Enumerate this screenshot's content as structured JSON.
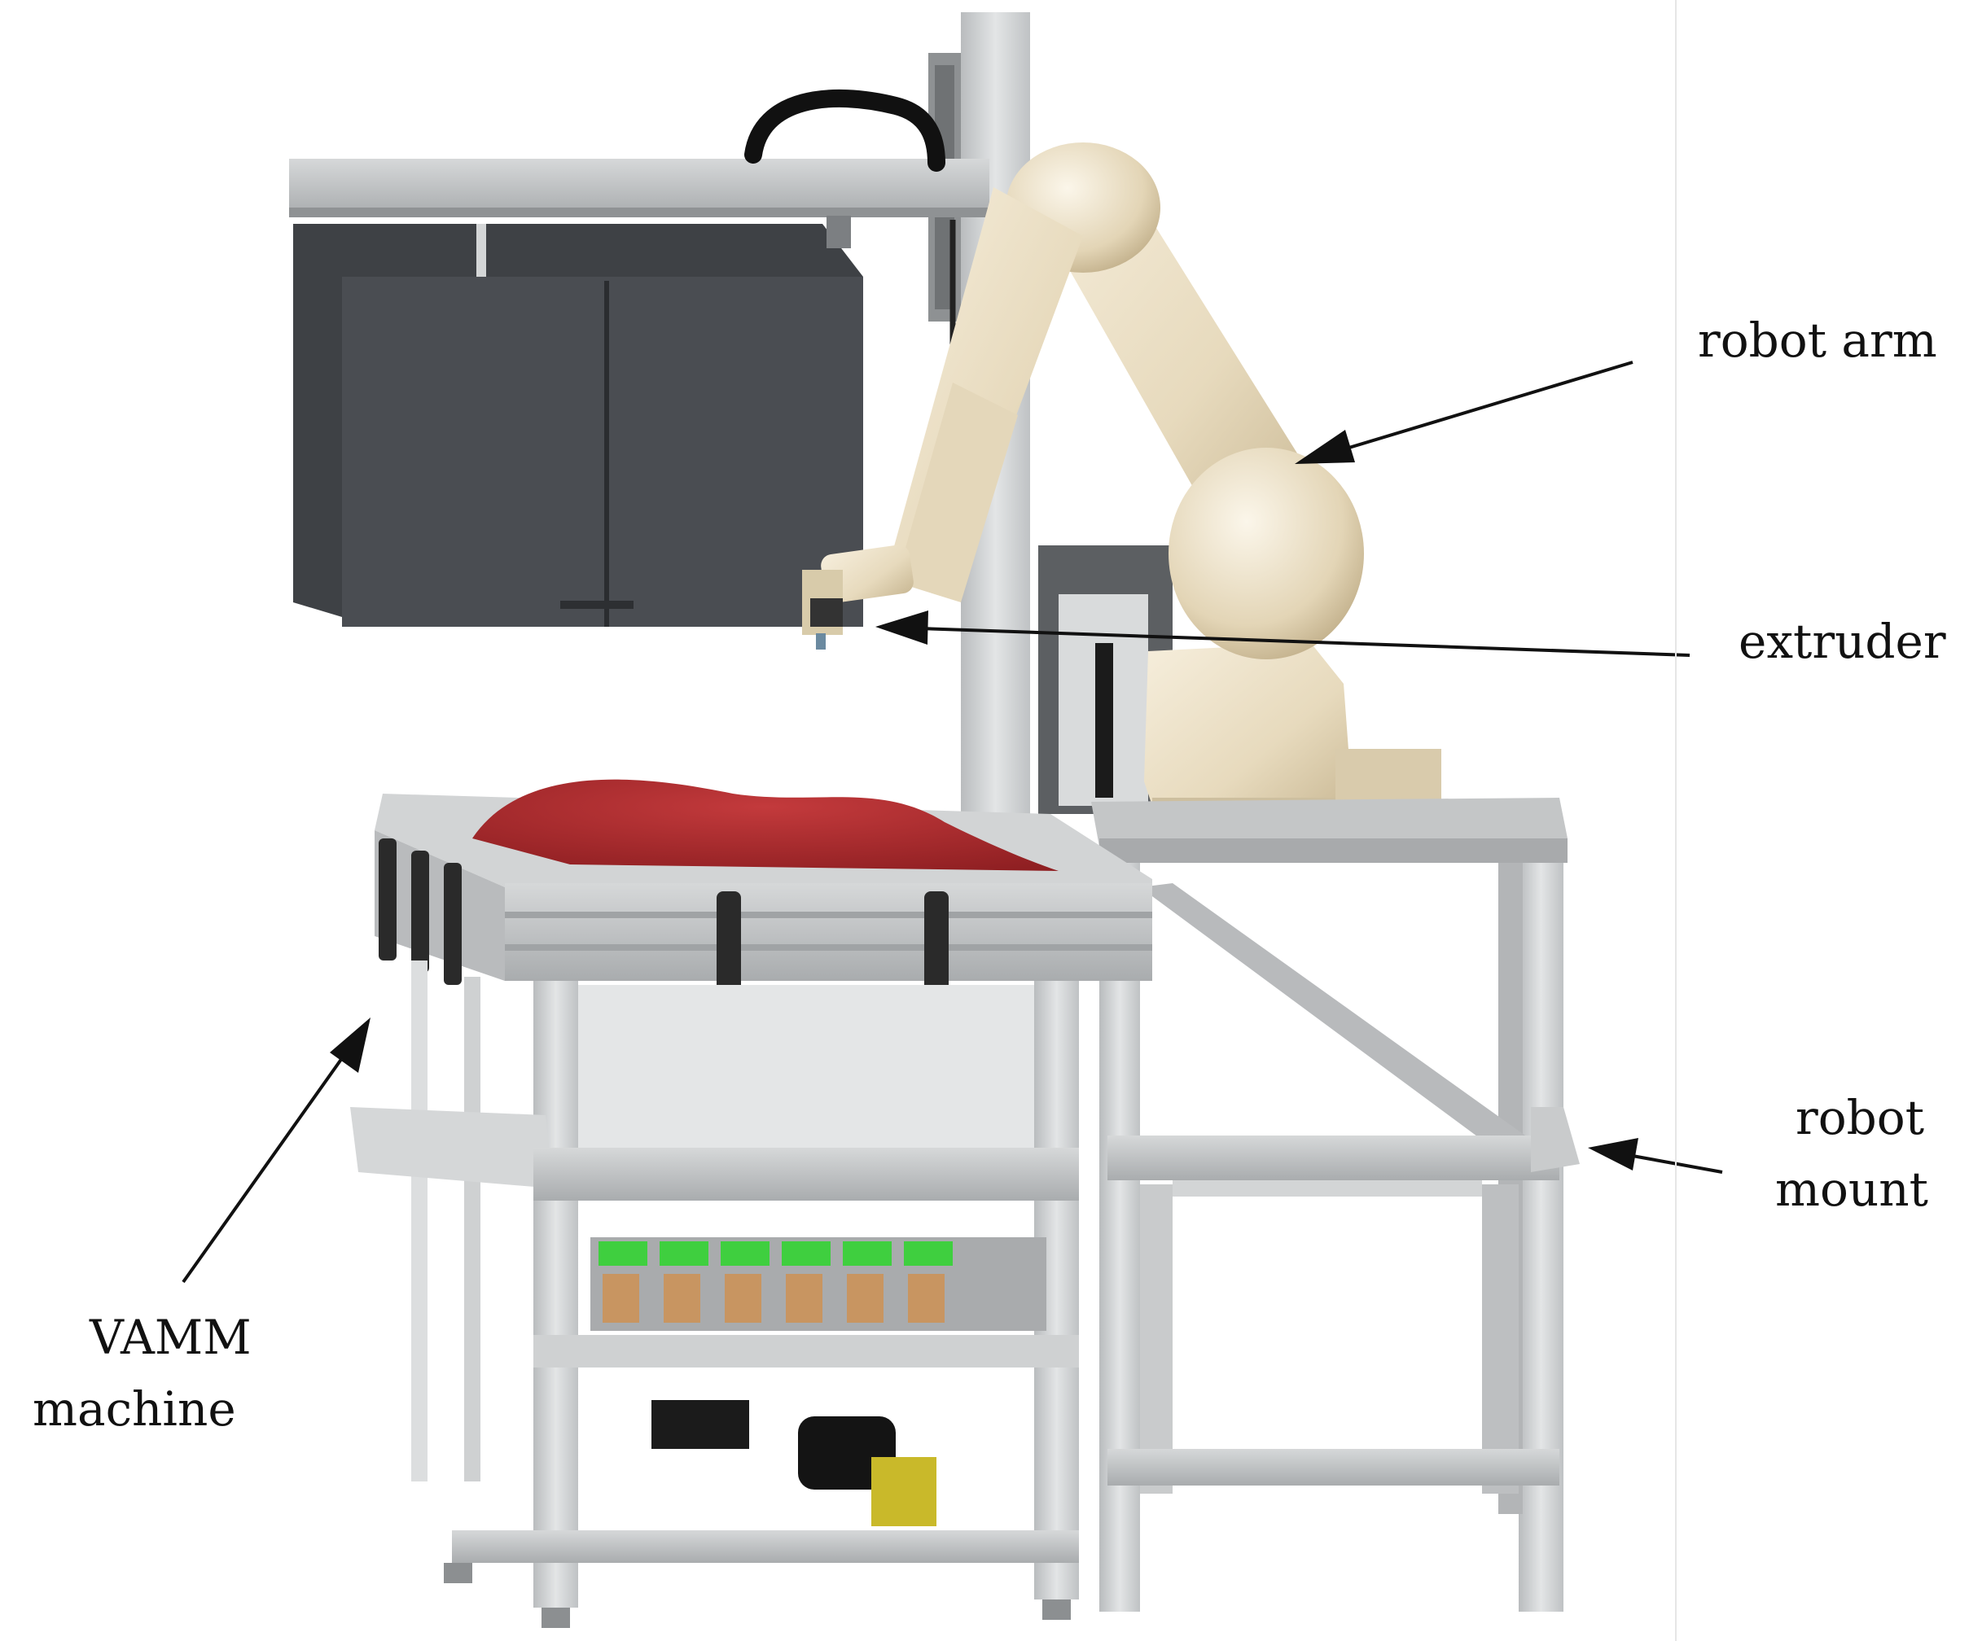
{
  "labels": {
    "robot_arm": "robot arm",
    "extruder": "extruder",
    "robot_mount_line1": "robot",
    "robot_mount_line2": "mount",
    "vamm_line1": "VAMM",
    "vamm_line2": "machine"
  },
  "colors": {
    "background": "#ffffff",
    "frame_aluminium": "#c9cbcc",
    "frame_dark": "#9fa2a4",
    "hopper": "#45484c",
    "robot_body": "#eee3cc",
    "robot_shadow": "#cdbf9f",
    "mold_red": "#a8262a",
    "accent_green": "#3fcf3f",
    "accent_yellow": "#c9b92a",
    "arrow": "#111111"
  }
}
